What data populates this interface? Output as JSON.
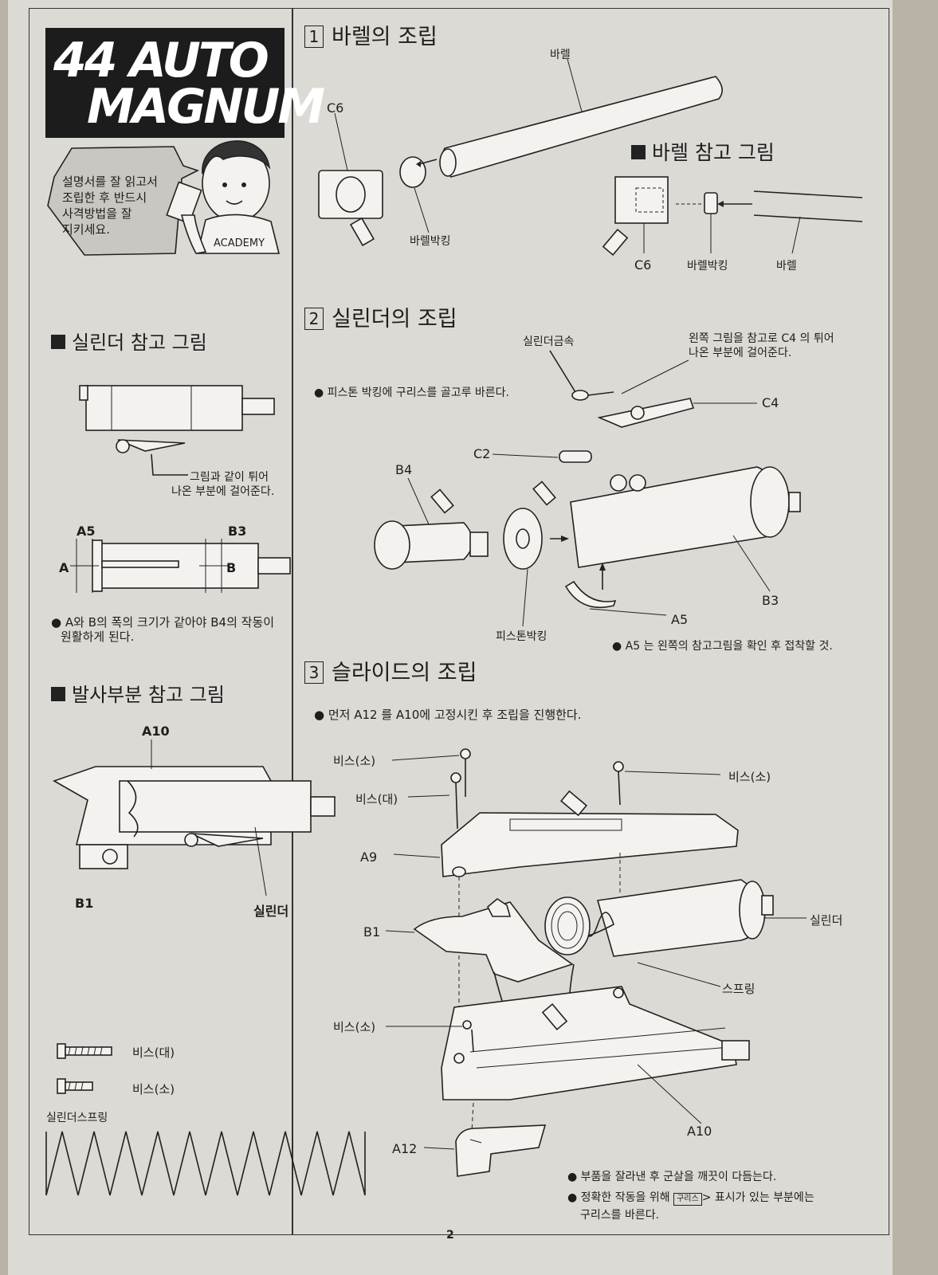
{
  "title": {
    "line1": "44 AUTO",
    "line2": "MAGNUM"
  },
  "speech": {
    "line1": "설명서를 잘 읽고서",
    "line2": "조립한 후 반드시",
    "line3": "사격방법을 잘",
    "line4": "지키세요.",
    "shirt": "ACADEMY"
  },
  "left": {
    "cyl_ref_title": "실린더 참고 그림",
    "cyl_ref_note1": "그림과 같이 튀어",
    "cyl_ref_note2": "나온 부분에 걸어준다.",
    "ab_labels": {
      "a5": "A5",
      "b3": "B3",
      "a": "A",
      "b": "B"
    },
    "ab_note1": "A와 B의 폭의 크기가 같아야 B4의 작동이",
    "ab_note2": "원활하게 된다.",
    "fire_ref_title": "발사부분 참고 그림",
    "fire_labels": {
      "a10": "A10",
      "b1": "B1",
      "cyl": "실린더"
    },
    "screw_large": "비스(대)",
    "screw_small": "비스(소)",
    "spring_label": "실린더스프링"
  },
  "step1": {
    "num": "1",
    "title": "바렐의 조립",
    "labels": {
      "barrel": "바렐",
      "c6": "C6",
      "packing": "바렐박킹"
    },
    "ref_title": "바렐 참고 그림",
    "ref_labels": {
      "c6": "C6",
      "packing": "바렐박킹",
      "barrel": "바렐"
    }
  },
  "step2": {
    "num": "2",
    "title": "실린더의 조립",
    "labels": {
      "metal": "실린더금속",
      "note_c4_1": "왼쪽 그림을 참고로 C4 의 튀어",
      "note_c4_2": "나온 부분에 걸어준다.",
      "c4": "C4",
      "c2": "C2",
      "b4": "B4",
      "b3": "B3",
      "a5": "A5",
      "piston": "피스톤박킹"
    },
    "note_grease": "피스톤 박킹에 구리스를 골고루 바른다.",
    "note_a5": "A5 는 왼쪽의 참고그림을 확인 후 접착할 것."
  },
  "step3": {
    "num": "3",
    "title": "슬라이드의 조립",
    "note_first": "먼저 A12 를 A10에 고정시킨 후 조립을 진행한다.",
    "labels": {
      "screw_s1": "비스(소)",
      "screw_l": "비스(대)",
      "screw_s2": "비스(소)",
      "screw_s3": "비스(소)",
      "a9": "A9",
      "b1": "B1",
      "cylinder": "실린더",
      "spring": "스프링",
      "a10": "A10",
      "a12": "A12"
    },
    "note_bottom1": "부품을 잘라낸 후 군살을 깨끗이 다듬는다.",
    "note_bottom2a": "정확한 작동을 위해",
    "note_bottom2b": "표시가 있는 부분에는",
    "note_bottom3": "구리스를 바른다.",
    "grease_tag": "구리스"
  },
  "page_number": "2"
}
